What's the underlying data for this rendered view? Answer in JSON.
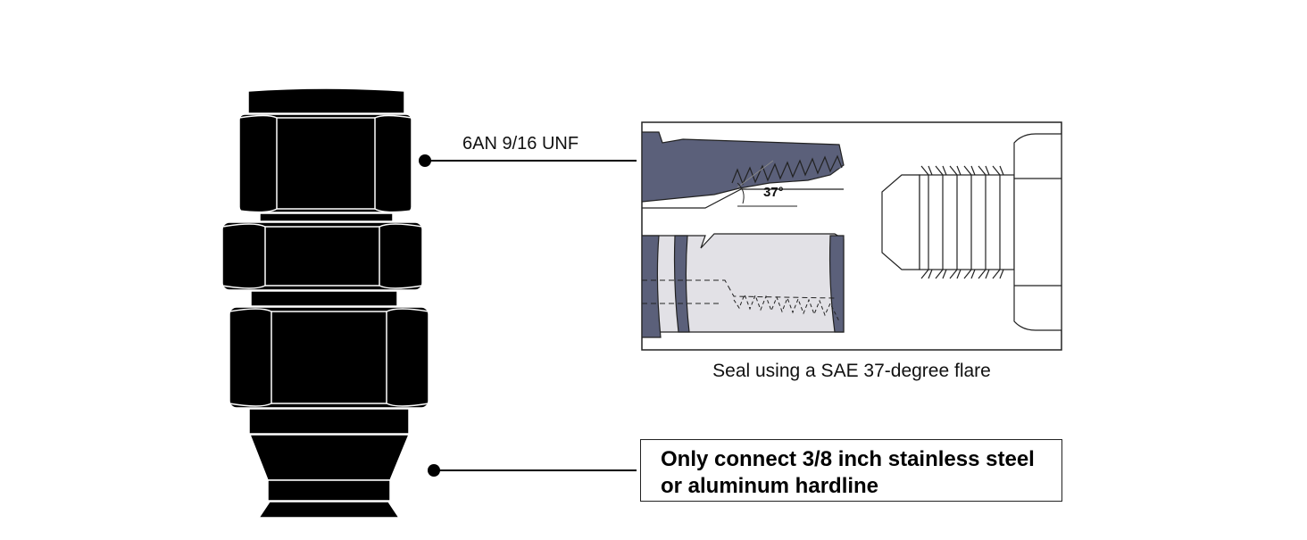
{
  "labels": {
    "thread_spec": "6AN 9/16 UNF",
    "flare_angle": "37°",
    "flare_caption": "Seal using a SAE 37-degree flare",
    "note_line1": "Only connect 3/8 inch stainless steel",
    "note_line2": "or aluminum hardline"
  },
  "colors": {
    "fitting_body": "#000000",
    "flare_metal": "#5b607a",
    "bore_fill": "#e2e1e6",
    "outline": "#222222"
  },
  "icons": {
    "fitting": "bulkhead-adapter-fitting-icon",
    "flare_section": "flare-cross-section-diagram",
    "male_flare": "male-an-flare-fitting-icon"
  }
}
